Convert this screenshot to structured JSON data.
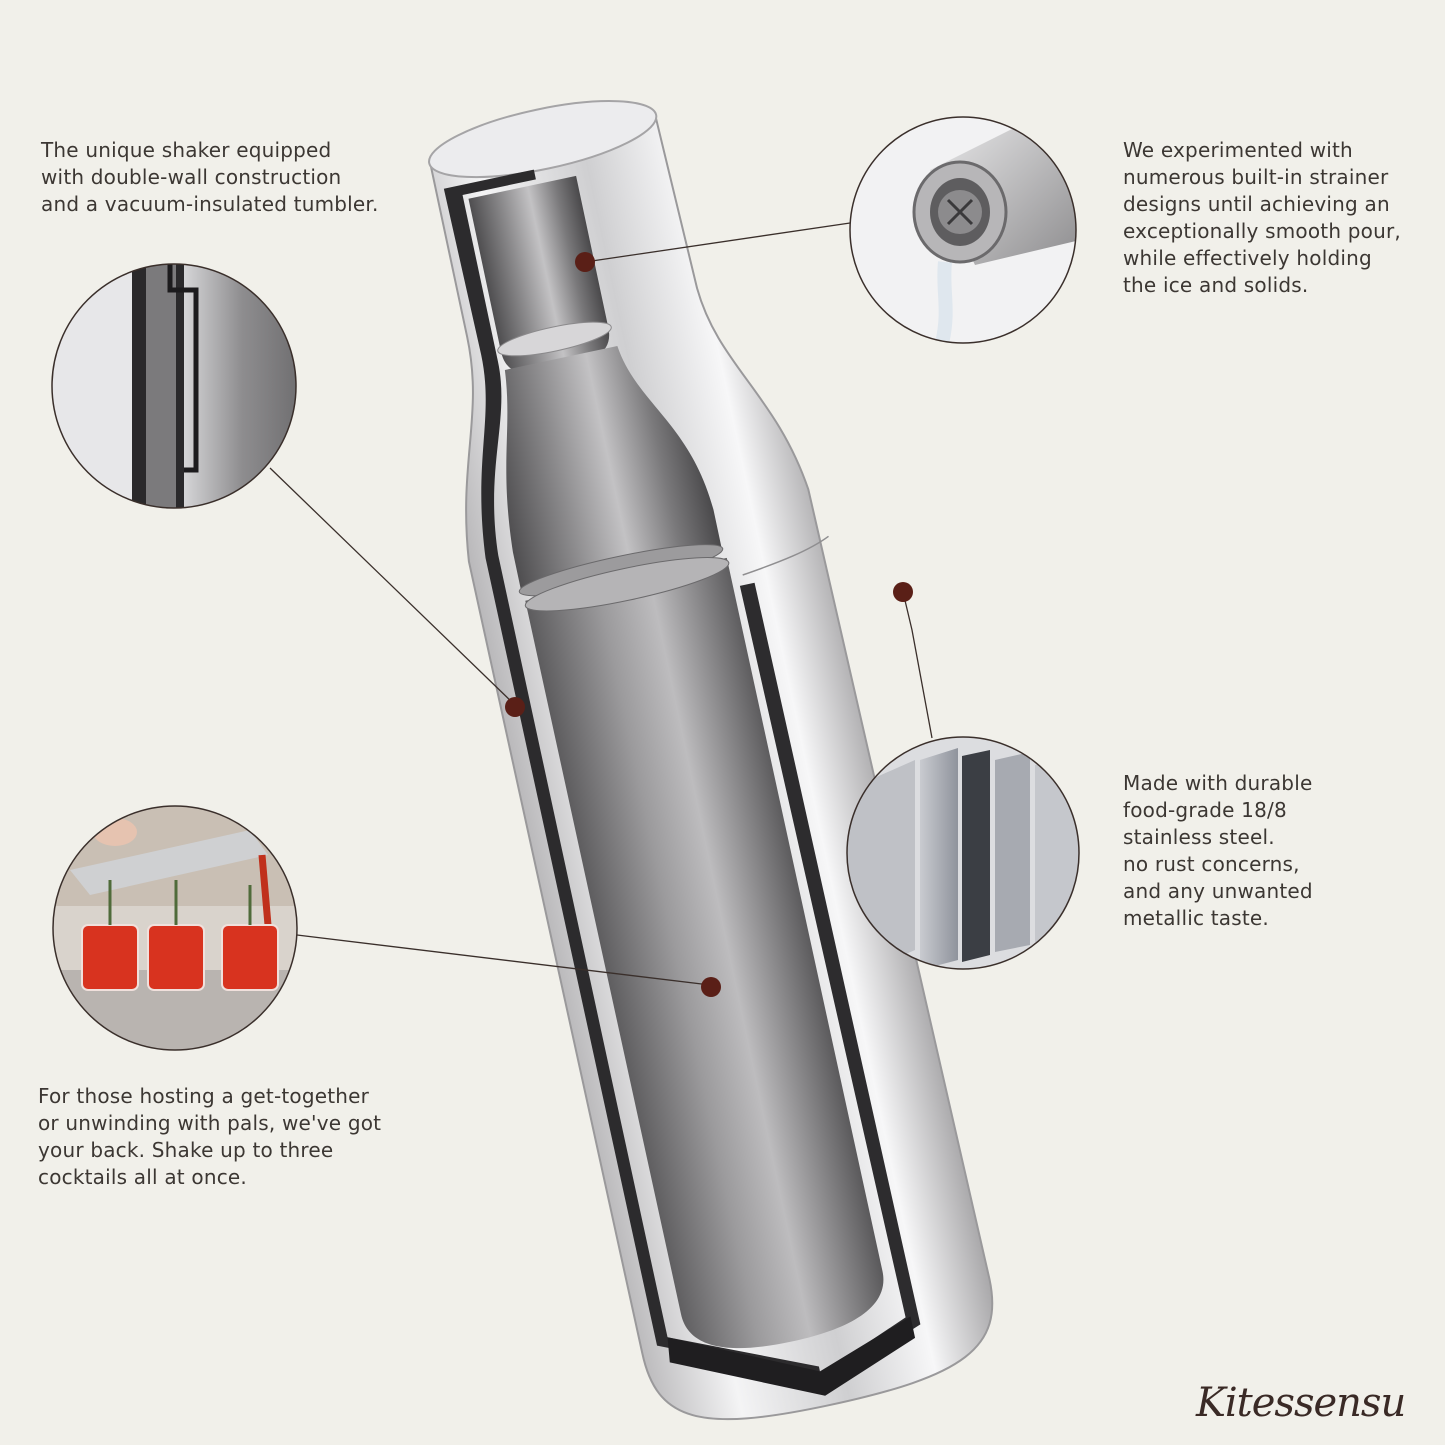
{
  "callouts": {
    "double_wall": "The unique shaker equipped\nwith double-wall construction\nand a vacuum-insulated tumbler.",
    "strainer": "We experimented with\nnumerous built-in strainer\ndesigns until achieving an\nexceptionally smooth pour,\nwhile effectively holding\nthe ice and solids.",
    "steel": "Made with durable\nfood-grade 18/8\nstainless steel.\nno rust concerns,\nand any unwanted\nmetallic taste.",
    "capacity": "For those hosting a get-together\nor unwinding with pals, we've got\nyour back. Shake up to three\ncocktails all at once."
  },
  "brand": {
    "logo_text": "Kitessensu"
  },
  "colors": {
    "background": "#f1f0ea",
    "text": "#3c3733",
    "marker": "#5a1f17",
    "leader_line": "#3a2f2b",
    "steel_light": "#e4e4e6",
    "steel_dark": "#5b5a5c",
    "cocktail_red": "#d8331f"
  }
}
